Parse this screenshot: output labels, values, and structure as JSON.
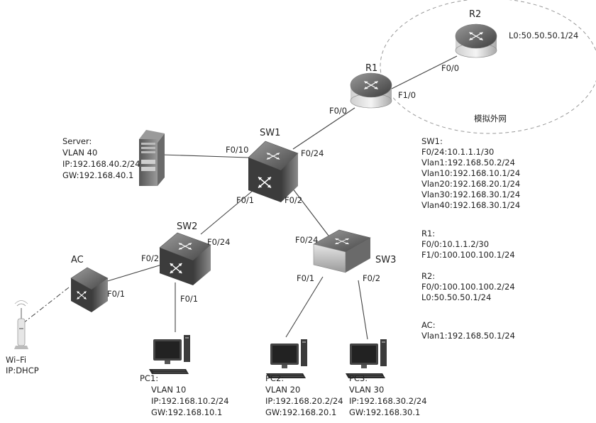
{
  "devices": {
    "r1": {
      "name": "R1"
    },
    "r2": {
      "name": "R2",
      "loopback": "L0:50.50.50.1/24"
    },
    "sw1": {
      "name": "SW1"
    },
    "sw2": {
      "name": "SW2"
    },
    "sw3": {
      "name": "SW3"
    },
    "ac": {
      "name": "AC"
    }
  },
  "cloud": {
    "label": "模拟外网"
  },
  "ports": {
    "r2_f00": "F0/0",
    "r1_f10": "F1/0",
    "r1_f00": "F0/0",
    "sw1_f024": "F0/24",
    "sw1_f010": "F0/10",
    "sw1_f01": "F0/1",
    "sw1_f02": "F0/2",
    "sw2_f024": "F0/24",
    "sw2_f02": "F0/2",
    "sw2_f01": "F0/1",
    "ac_f01": "F0/1",
    "sw3_f024": "F0/24",
    "sw3_f01": "F0/1",
    "sw3_f02": "F0/2"
  },
  "server": {
    "lines": [
      "Server:",
      "VLAN 40",
      "IP:192.168.40.2/24",
      "GW:192.168.40.1"
    ]
  },
  "wifi": {
    "lines": [
      "Wi–Fi",
      "IP:DHCP"
    ]
  },
  "pc1": {
    "lines": [
      "PC1:",
      "VLAN 10",
      "IP:192.168.10.2/24",
      "GW:192.168.10.1"
    ]
  },
  "pc2": {
    "lines": [
      "PC2:",
      "VLAN 20",
      "IP:192.168.20.2/24",
      "GW:192.168.20.1"
    ]
  },
  "pc3": {
    "lines": [
      "PC3:",
      "VLAN 30",
      "IP:192.168.30.2/24",
      "GW:192.168.30.1"
    ]
  },
  "config": {
    "sw1": [
      "SW1:",
      "F0/24:10.1.1.1/30",
      "Vlan1:192.168.50.2/24",
      "Vlan10:192.168.10.1/24",
      "Vlan20:192.168.20.1/24",
      "Vlan30:192.168.30.1/24",
      "Vlan40:192.168.30.1/24"
    ],
    "r1": [
      "R1:",
      "F0/0:10.1.1.2/30",
      "F1/0:100.100.100.1/24"
    ],
    "r2": [
      "R2:",
      "F0/0:100.100.100.2/24",
      "L0:50.50.50.1/24"
    ],
    "ac": [
      "AC:",
      "Vlan1:192.168.50.1/24"
    ]
  }
}
